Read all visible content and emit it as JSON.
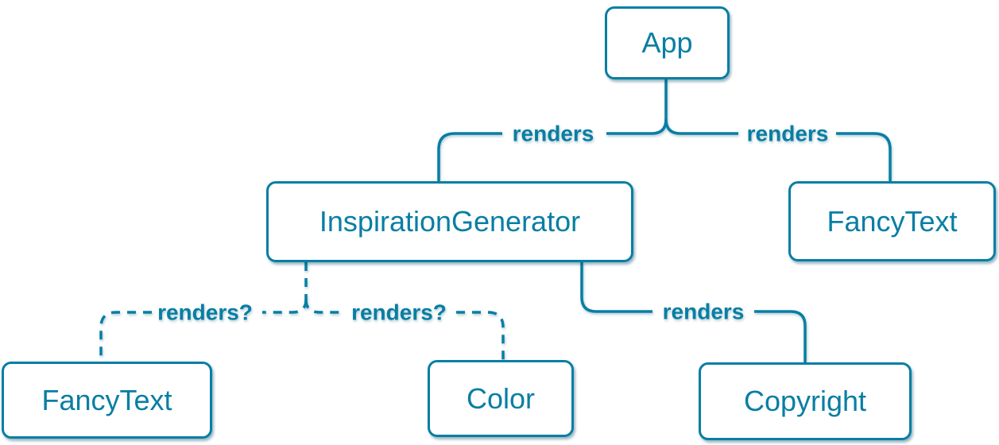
{
  "diagram": {
    "type": "component-render-tree",
    "colors": {
      "accent": "#087EA4",
      "node_fill": "#FFFFFF"
    },
    "nodes": [
      {
        "id": "app",
        "label": "App"
      },
      {
        "id": "inspiration-generator",
        "label": "InspirationGenerator"
      },
      {
        "id": "fancy-text-top",
        "label": "FancyText"
      },
      {
        "id": "fancy-text-bottom",
        "label": "FancyText"
      },
      {
        "id": "color",
        "label": "Color"
      },
      {
        "id": "copyright",
        "label": "Copyright"
      }
    ],
    "edges": [
      {
        "from": "App",
        "to": "InspirationGenerator",
        "label": "renders",
        "style": "solid"
      },
      {
        "from": "App",
        "to": "FancyText",
        "label": "renders",
        "style": "solid"
      },
      {
        "from": "InspirationGenerator",
        "to": "FancyText",
        "label": "renders?",
        "style": "dashed"
      },
      {
        "from": "InspirationGenerator",
        "to": "Color",
        "label": "renders?",
        "style": "dashed"
      },
      {
        "from": "InspirationGenerator",
        "to": "Copyright",
        "label": "renders",
        "style": "solid"
      }
    ]
  }
}
